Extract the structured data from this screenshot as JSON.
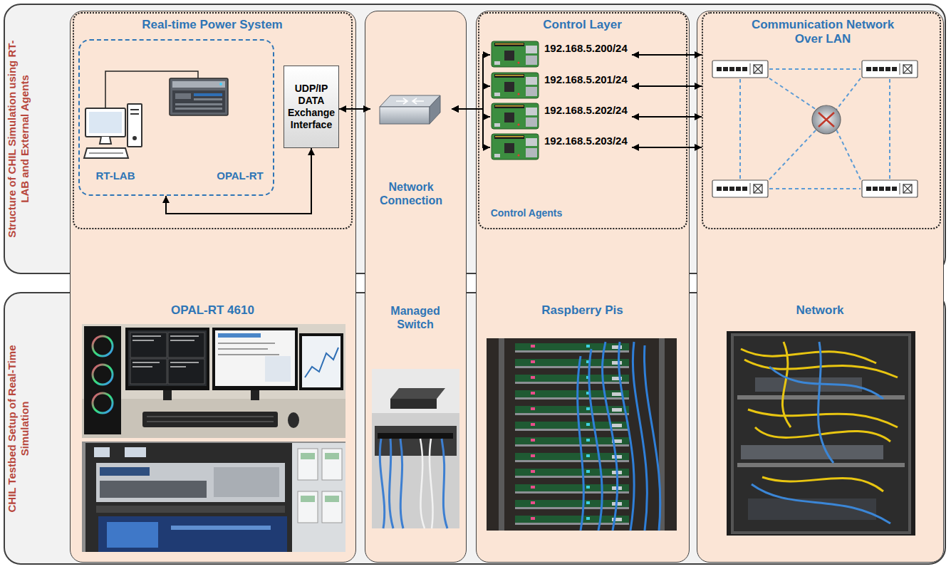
{
  "diagram": {
    "nodes": [
      {
        "text": [
          "Structure of CHIL Simulation using RT-LAB and External Agents"
        ]
      },
      {
        "text": [
          "CHIL Testbed Setup of Real-Time Simulation"
        ]
      },
      {
        "text": [
          "OPAL-RT 4610"
        ]
      },
      {
        "text": [
          "Managed Switch"
        ]
      },
      {
        "text": [
          "Raspberry Pis"
        ]
      },
      {
        "text": [
          "Network"
        ]
      },
      {
        "text": [
          "Real-time Power System"
        ],
        "in": 2
      },
      {
        "text": [
          "RT-LAB",
          "OPAL-RT"
        ],
        "in": 6
      },
      {
        "text": [
          "UDP/IP DATA Exchange Interface"
        ],
        "in": 6
      },
      {
        "text": [
          "Network Connection"
        ],
        "in": 3
      },
      {
        "text": [
          "Control Layer",
          "Control Agents"
        ],
        "in": 4
      },
      {
        "text": [
          "192.168.5.200/24"
        ],
        "in": 10
      },
      {
        "text": [
          "192.168.5.201/24"
        ],
        "in": 10
      },
      {
        "text": [
          "192.168.5.202/24"
        ],
        "in": 10
      },
      {
        "text": [
          "192.168.5.203/24"
        ],
        "in": 10
      },
      {
        "text": [
          "Communication Network Over LAN"
        ],
        "in": 5
      }
    ],
    "edges": [
      {
        "from": 7,
        "to": 8,
        "arrow": "both"
      },
      {
        "from": 8,
        "to": 9,
        "arrow": "both"
      },
      {
        "from": 9,
        "to": 11,
        "arrow": "both"
      },
      {
        "from": 9,
        "to": 12,
        "arrow": "both"
      },
      {
        "from": 9,
        "to": 13,
        "arrow": "both"
      },
      {
        "from": 9,
        "to": 14,
        "arrow": "both"
      },
      {
        "from": 11,
        "to": 15,
        "arrow": "both"
      },
      {
        "from": 12,
        "to": 15,
        "arrow": "both"
      },
      {
        "from": 13,
        "to": 15,
        "arrow": "both"
      },
      {
        "from": 14,
        "to": 15,
        "arrow": "both"
      }
    ]
  }
}
